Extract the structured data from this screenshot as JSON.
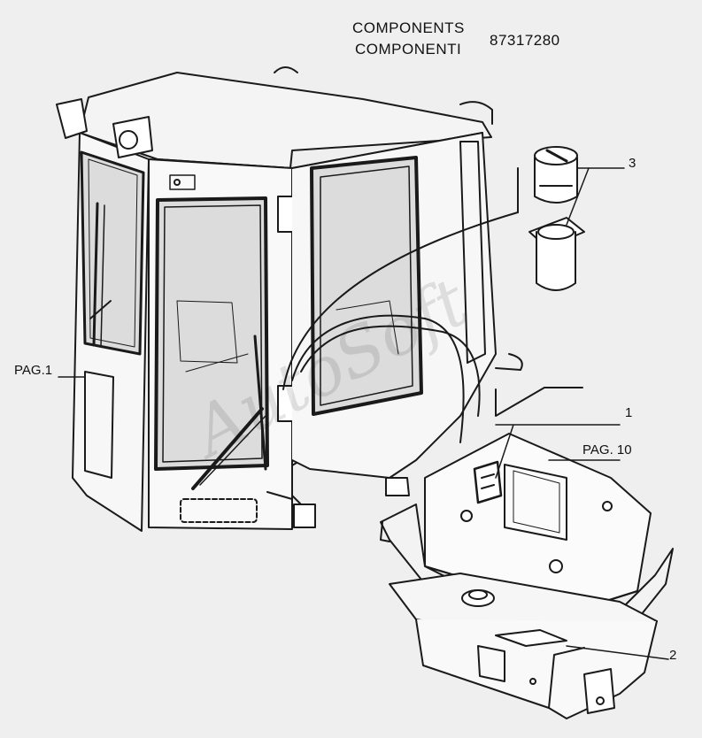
{
  "header": {
    "title_en": "COMPONENTS",
    "title_it": "COMPONENTI",
    "part_number": "87317280"
  },
  "page_refs": {
    "left": "PAG.1",
    "right": "PAG. 10"
  },
  "callouts": {
    "c1": "1",
    "c2": "2",
    "c3": "3"
  },
  "watermark": "AutoSoft",
  "colors": {
    "background": "#efefef",
    "line": "#1a1a1a",
    "glass": "#d9d9d9"
  }
}
